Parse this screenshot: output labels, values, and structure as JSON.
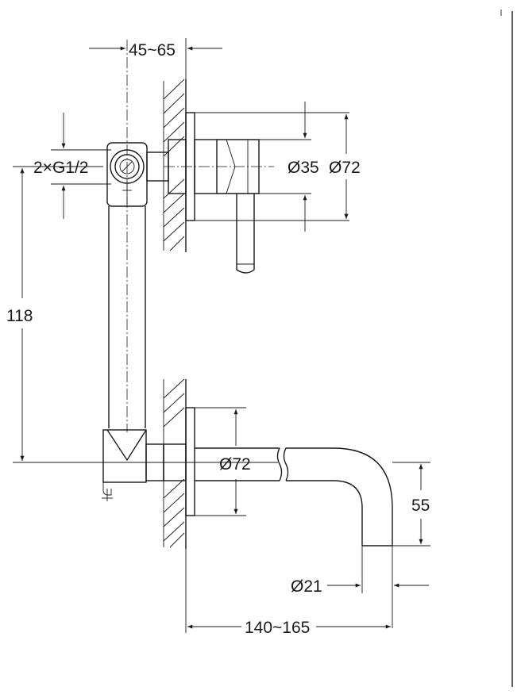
{
  "drawing": {
    "dimensions": {
      "wall_depth": "45~65",
      "thread": "2×G1/2",
      "diameter_handle": "Ø35",
      "diameter_rosette_top": "Ø72",
      "height_between": "118",
      "diameter_rosette_bottom": "Ø72",
      "spout_drop": "55",
      "spout_diameter": "Ø21",
      "spout_reach": "140~165"
    }
  }
}
